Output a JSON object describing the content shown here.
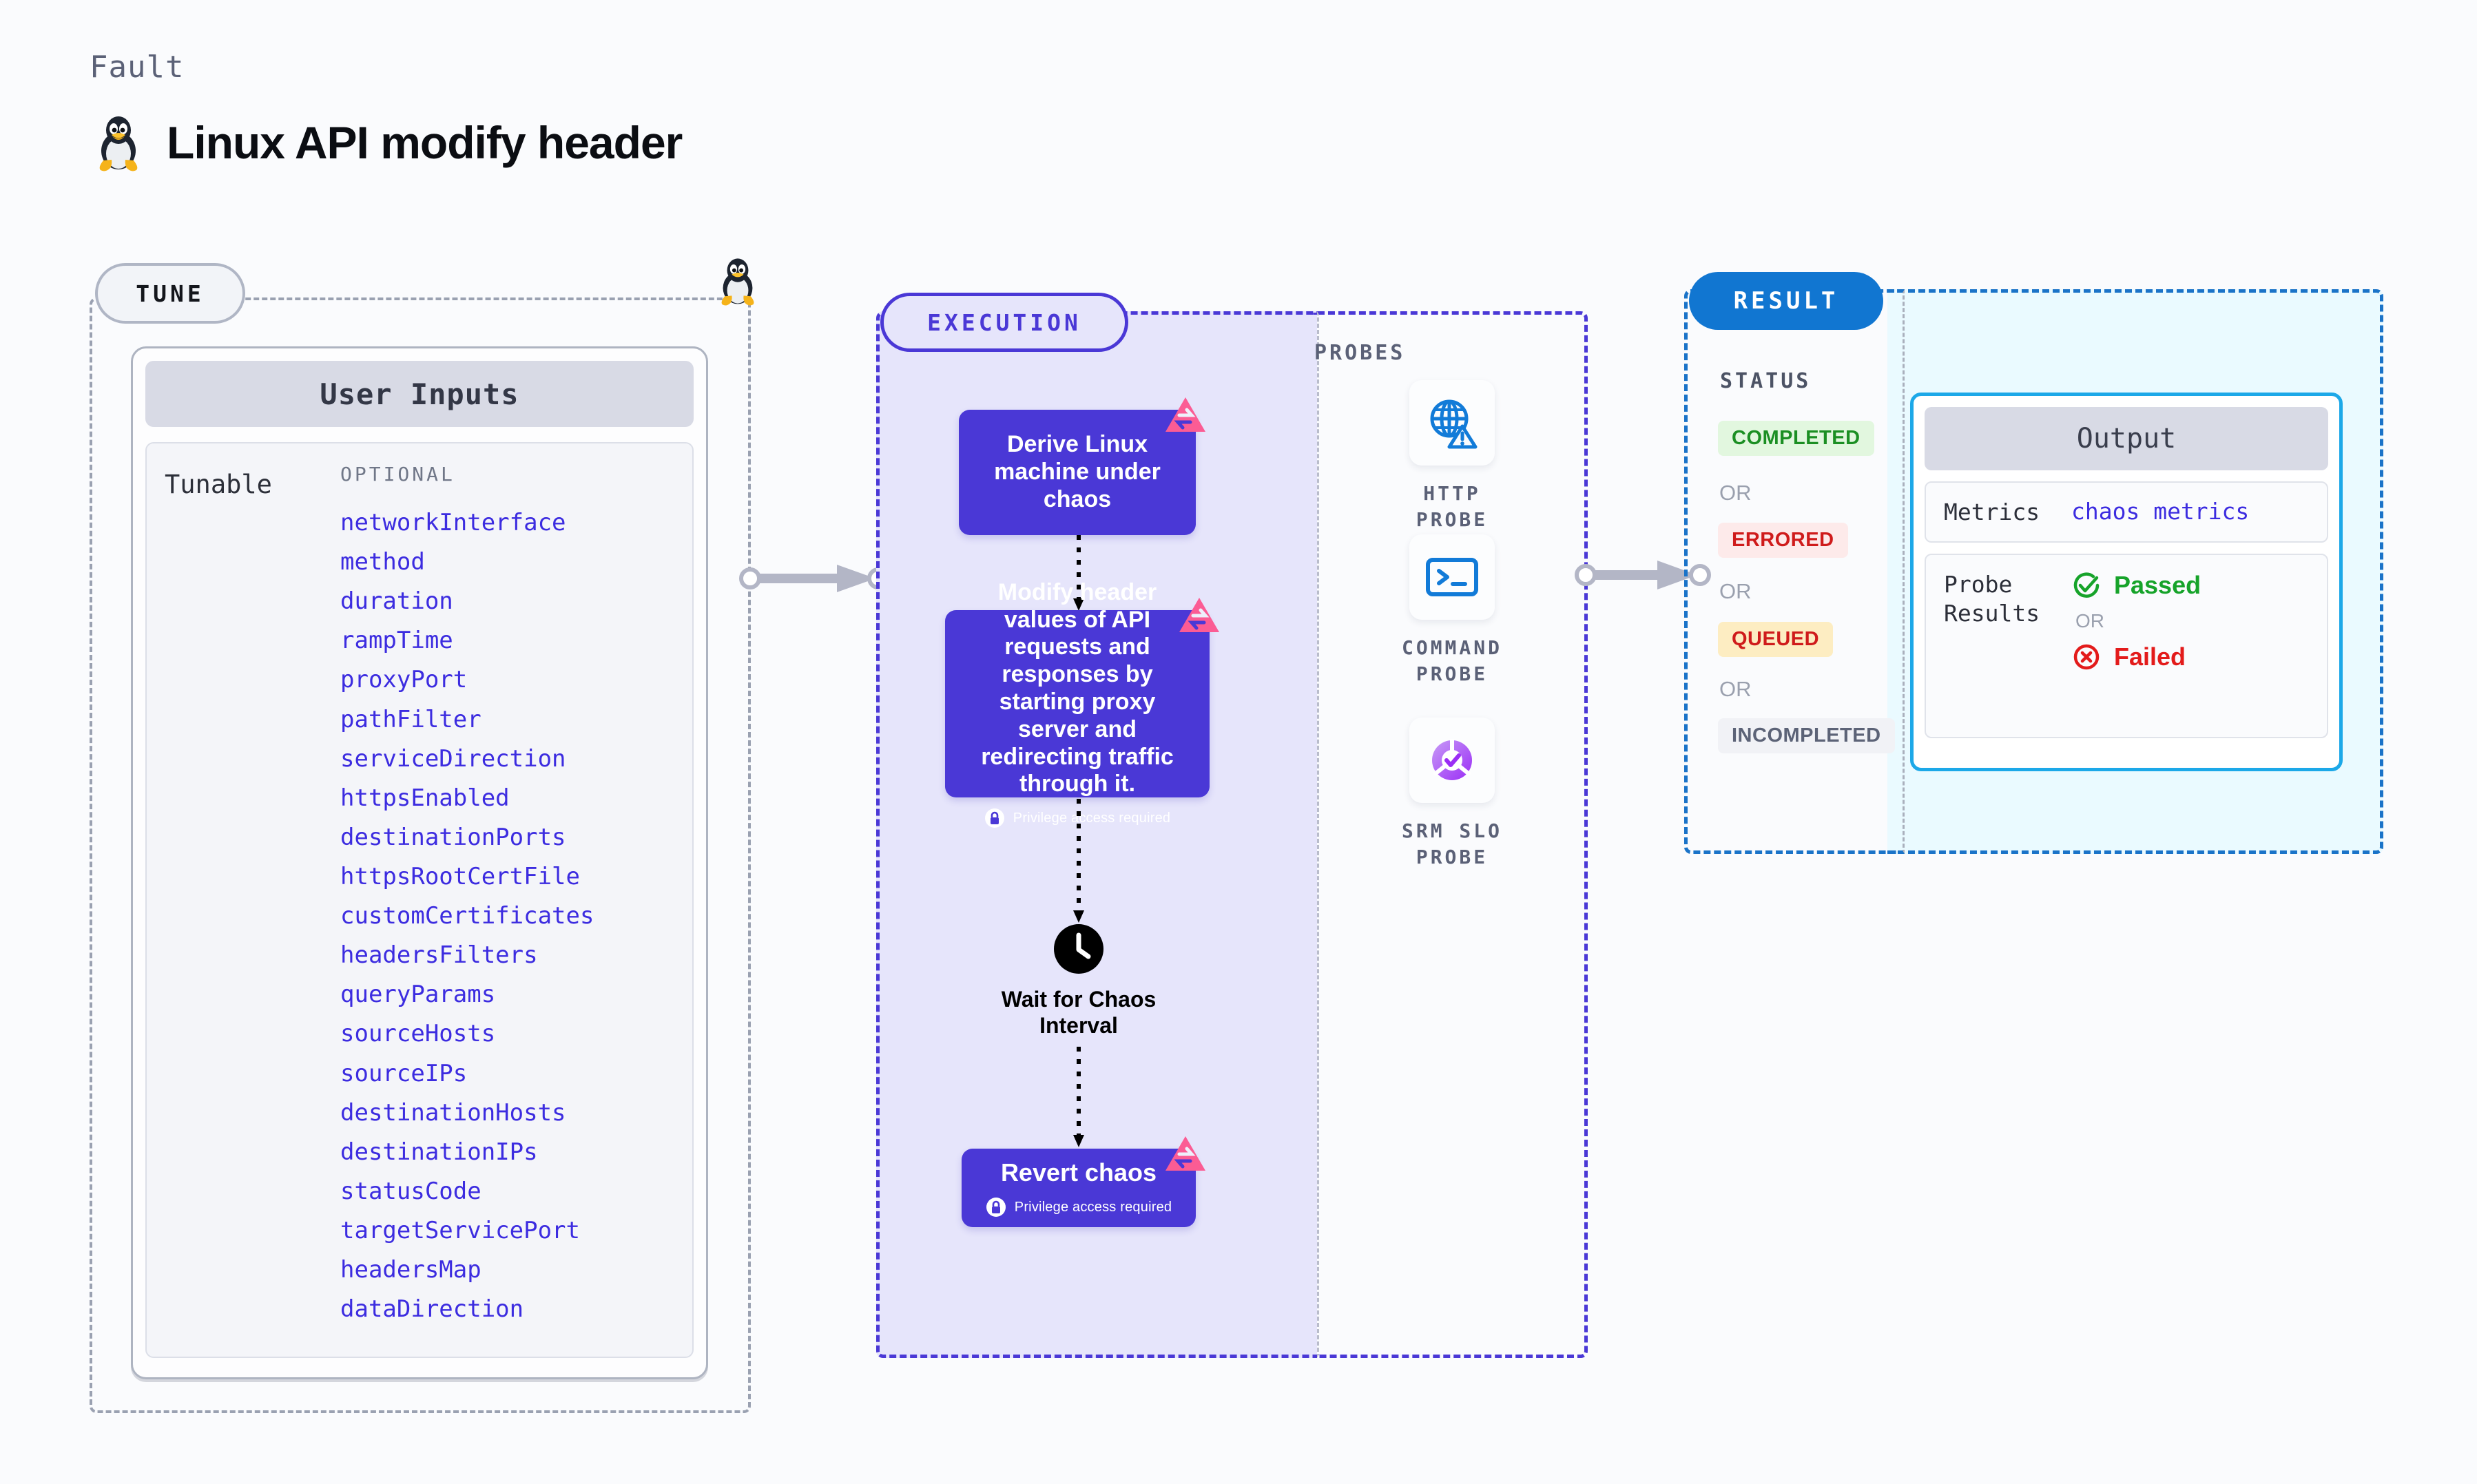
{
  "header": {
    "kicker": "Fault",
    "title": "Linux API modify header",
    "os_icon": "linux-penguin-icon"
  },
  "tune": {
    "badge": "TUNE",
    "card_title": "User Inputs",
    "group_label": "Tunable",
    "optional_header": "OPTIONAL",
    "optional_items": [
      "networkInterface",
      "method",
      "duration",
      "rampTime",
      "proxyPort",
      "pathFilter",
      "serviceDirection",
      "httpsEnabled",
      "destinationPorts",
      "httpsRootCertFile",
      "customCertificates",
      "headersFilters",
      "queryParams",
      "sourceHosts",
      "sourceIPs",
      "destinationHosts",
      "destinationIPs",
      "statusCode",
      "targetServicePort",
      "headersMap",
      "dataDirection"
    ]
  },
  "execution": {
    "badge": "EXECUTION",
    "nodes": [
      {
        "id": "derive",
        "text": "Derive Linux machine under chaos",
        "privilege": null,
        "badge_icon": "litmus-chaos-icon"
      },
      {
        "id": "modify",
        "text": "Modify header values of API requests and responses by starting proxy server and redirecting traffic through it.",
        "privilege": "Privilege access required",
        "badge_icon": "litmus-chaos-icon"
      },
      {
        "id": "wait",
        "text": "Wait for Chaos Interval",
        "privilege": null,
        "badge_icon": "clock-icon"
      },
      {
        "id": "revert",
        "text": "Revert chaos",
        "privilege": "Privilege access required",
        "badge_icon": "litmus-chaos-icon"
      }
    ]
  },
  "probes": {
    "title": "PROBES",
    "items": [
      {
        "label": "HTTP PROBE",
        "icon": "globe-warning-icon"
      },
      {
        "label": "COMMAND PROBE",
        "icon": "terminal-icon"
      },
      {
        "label": "SRM SLO PROBE",
        "icon": "srm-slo-check-icon"
      }
    ]
  },
  "result": {
    "badge": "RESULT",
    "status_label": "STATUS",
    "or_label": "OR",
    "statuses": [
      {
        "text": "COMPLETED",
        "color": "#1b8f23",
        "bg": "#e2f7df"
      },
      {
        "text": "ERRORED",
        "color": "#cf1b1b",
        "bg": "#fdeaea"
      },
      {
        "text": "QUEUED",
        "color": "#cf1b1b",
        "bg": "#fdedc2"
      },
      {
        "text": "INCOMPLETED",
        "color": "#5c6377",
        "bg": "#f1f2f6"
      }
    ],
    "output": {
      "title": "Output",
      "metrics_key": "Metrics",
      "metrics_value": "chaos metrics",
      "probe_results_key": "Probe Results",
      "passed": "Passed",
      "failed": "Failed",
      "or_label": "OR"
    }
  },
  "colors": {
    "accent_violet": "#4a38d6",
    "accent_blue": "#1176d1",
    "accent_cyan": "#1ca8e8",
    "tunable_link": "#3c2ce0",
    "litmus_pink": "#fb5c94",
    "pass_green": "#16a32a",
    "fail_red": "#e31b1b"
  }
}
